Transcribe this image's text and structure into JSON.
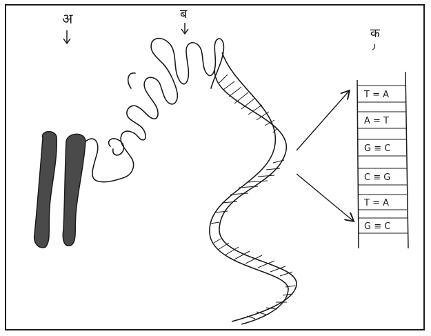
{
  "labels": {
    "a": "अ",
    "b": "ब",
    "c": "क"
  },
  "base_pairs": [
    "T = A",
    "A = T",
    "G ≡ C",
    "C ≡ G",
    "T = A",
    "G ≡ C"
  ],
  "colors": {
    "ink": "#1a1a1a",
    "chromosome_fill": "#4a4a4a"
  }
}
